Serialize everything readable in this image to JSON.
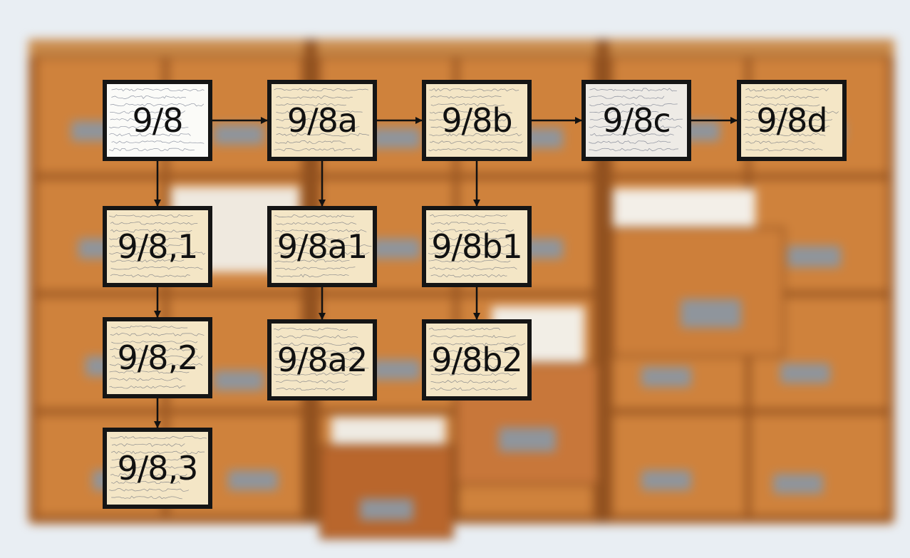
{
  "background": {
    "scene": "wooden-card-catalog-cabinet",
    "wall_color": "#e9eef3",
    "wood_color": "#c97a35",
    "handle_color": "#8a8f96"
  },
  "cards": [
    {
      "id": "c98",
      "label": "9/8",
      "paper": "white"
    },
    {
      "id": "c98a",
      "label": "9/8a",
      "paper": "cream"
    },
    {
      "id": "c98b",
      "label": "9/8b",
      "paper": "cream"
    },
    {
      "id": "c98c",
      "label": "9/8c",
      "paper": "grey"
    },
    {
      "id": "c98d",
      "label": "9/8d",
      "paper": "cream"
    },
    {
      "id": "c98_1",
      "label": "9/8,1",
      "paper": "cream"
    },
    {
      "id": "c98a1",
      "label": "9/8a1",
      "paper": "cream"
    },
    {
      "id": "c98b1",
      "label": "9/8b1",
      "paper": "cream"
    },
    {
      "id": "c98_2",
      "label": "9/8,2",
      "paper": "cream"
    },
    {
      "id": "c98a2",
      "label": "9/8a2",
      "paper": "cream"
    },
    {
      "id": "c98b2",
      "label": "9/8b2",
      "paper": "cream"
    },
    {
      "id": "c98_3",
      "label": "9/8,3",
      "paper": "cream"
    }
  ],
  "edges": [
    {
      "from": "c98",
      "to": "c98a"
    },
    {
      "from": "c98a",
      "to": "c98b"
    },
    {
      "from": "c98b",
      "to": "c98c"
    },
    {
      "from": "c98c",
      "to": "c98d"
    },
    {
      "from": "c98",
      "to": "c98_1"
    },
    {
      "from": "c98_1",
      "to": "c98_2"
    },
    {
      "from": "c98_2",
      "to": "c98_3"
    },
    {
      "from": "c98a",
      "to": "c98a1"
    },
    {
      "from": "c98a1",
      "to": "c98a2"
    },
    {
      "from": "c98b",
      "to": "c98b1"
    },
    {
      "from": "c98b1",
      "to": "c98b2"
    }
  ],
  "colors": {
    "card_border": "#151515",
    "arrow": "#111111",
    "paper_cream": "#f4e6c6",
    "paper_white": "#fbfbf8",
    "ink": "#2a3550"
  }
}
